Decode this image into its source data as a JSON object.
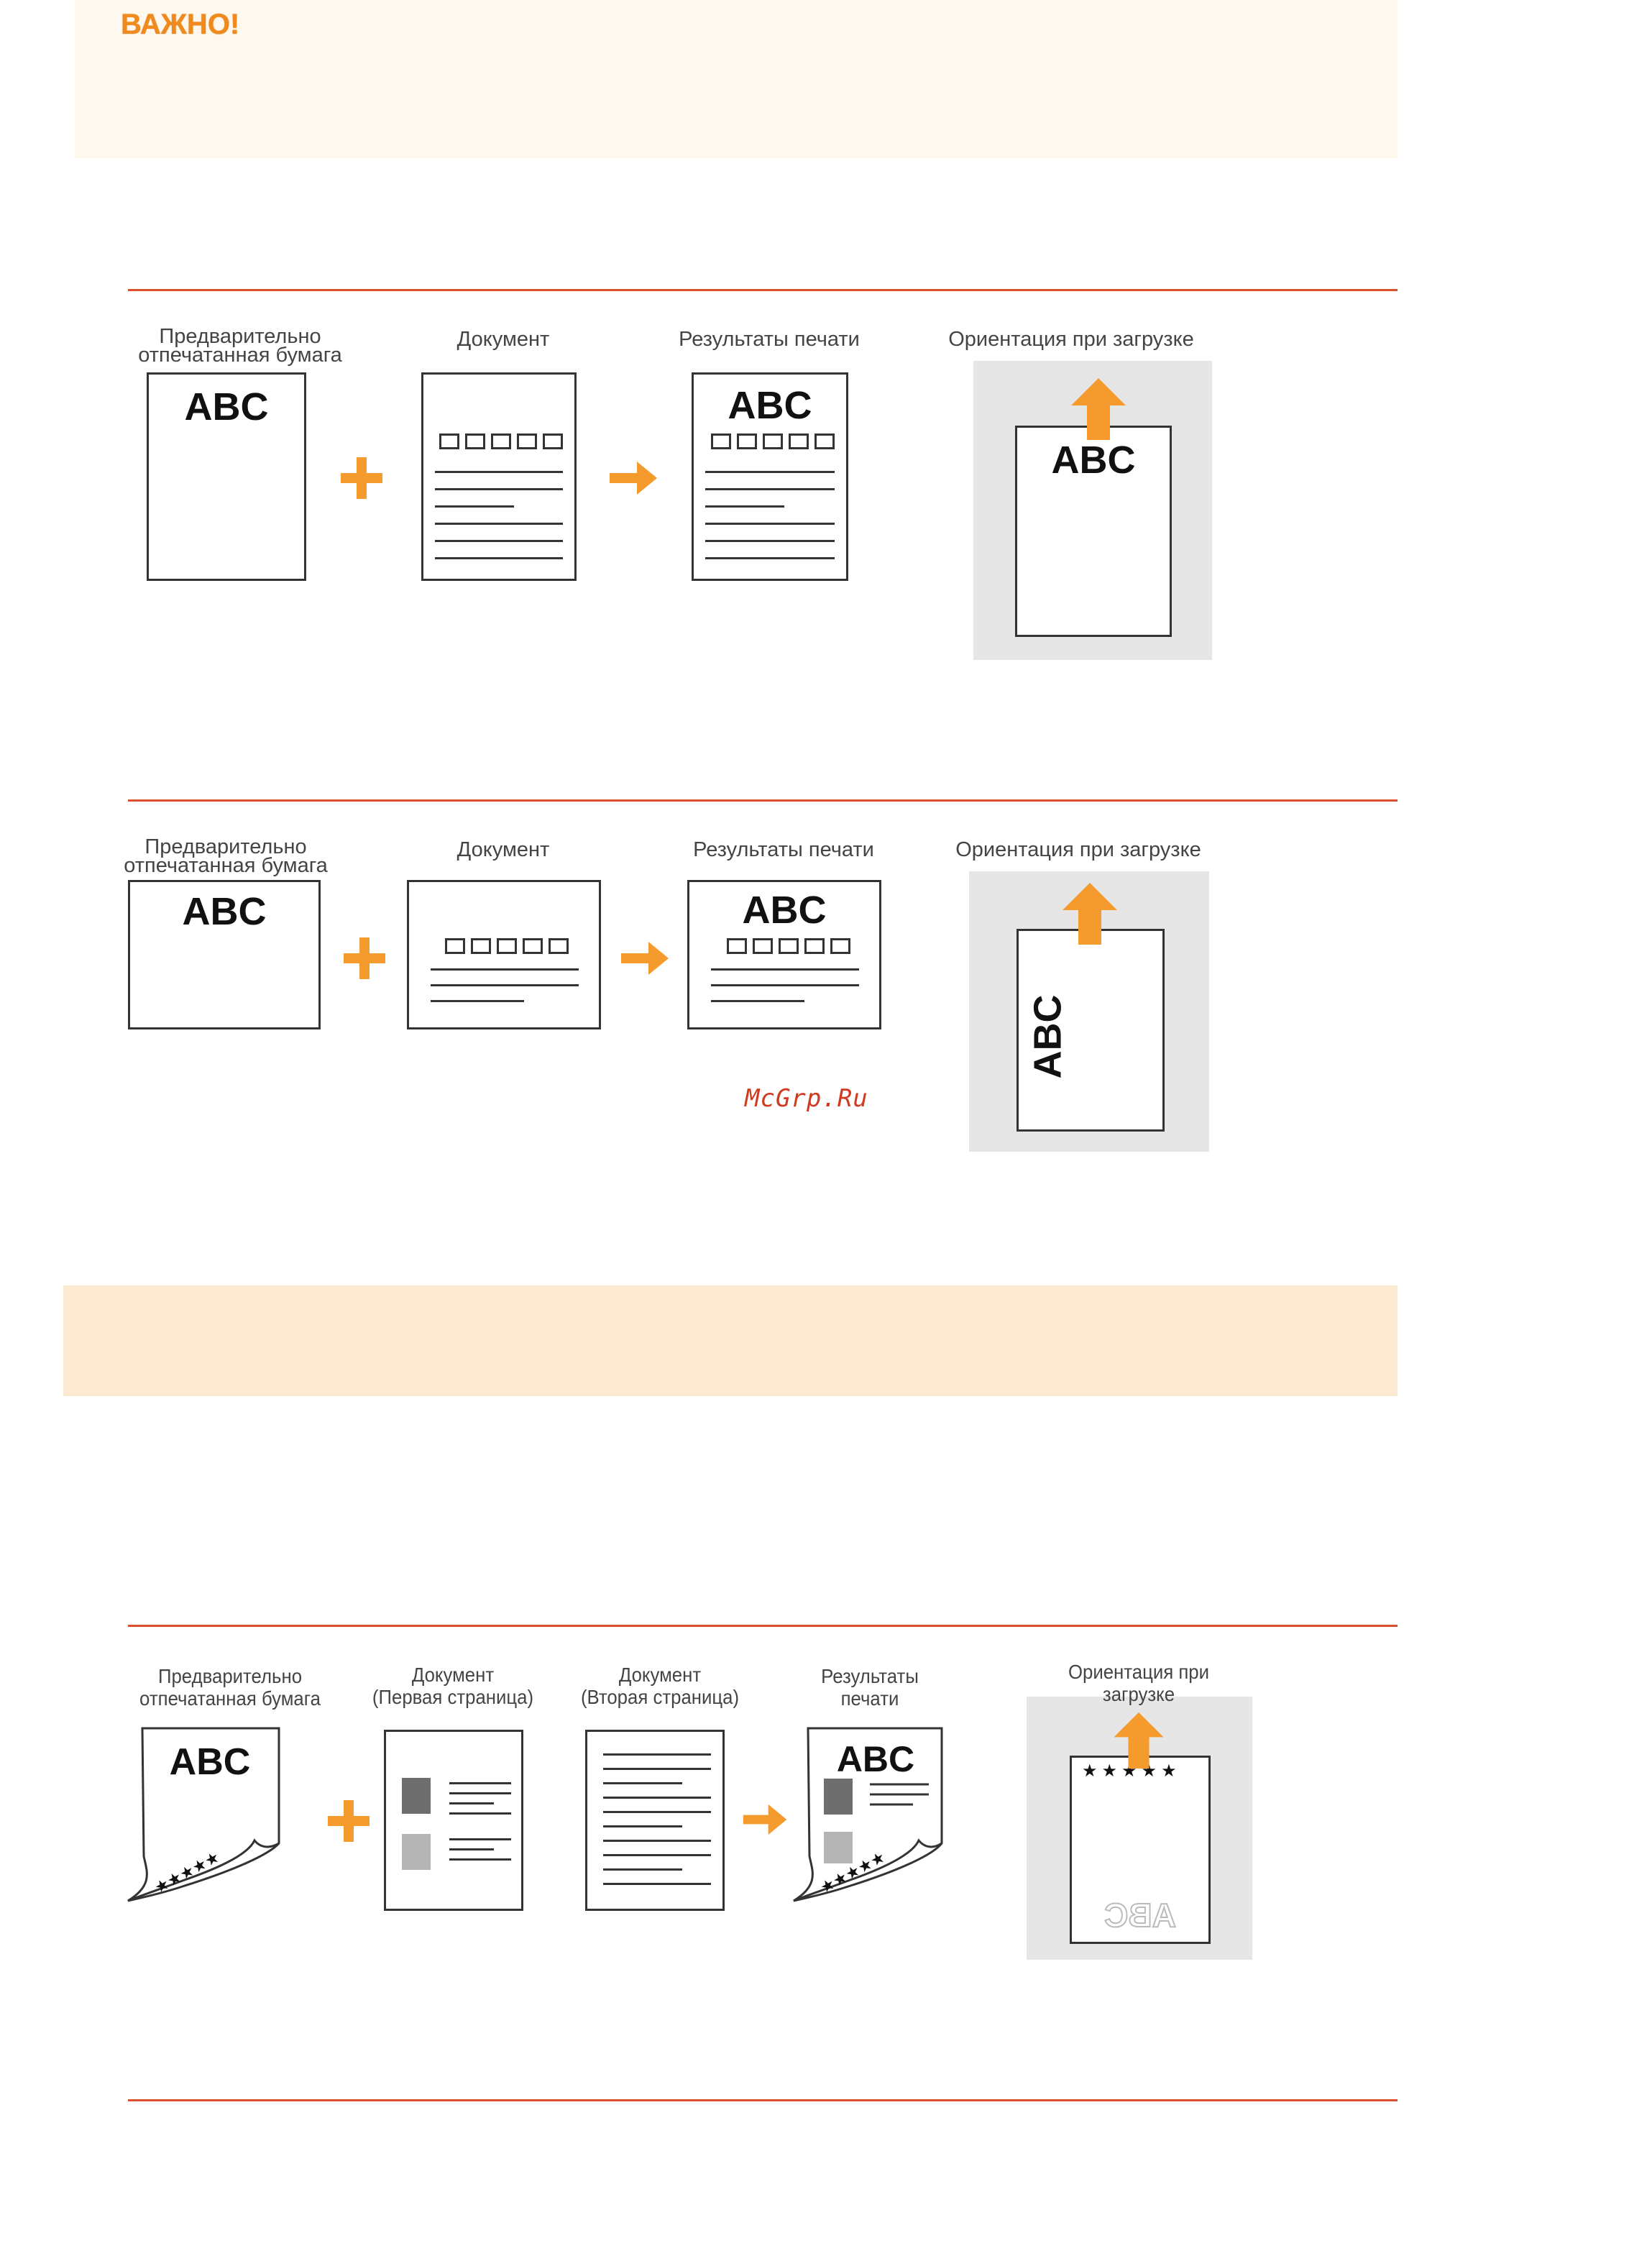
{
  "important_box": {
    "title": "ВАЖНО!"
  },
  "diagram1": {
    "label_preprinted": [
      "Предварительно",
      "отпечатанная бумага"
    ],
    "label_document": "Документ",
    "label_results": "Результаты печати",
    "label_orientation": "Ориентация при загрузке",
    "abc": "ABC"
  },
  "diagram2": {
    "label_preprinted": [
      "Предварительно",
      "отпечатанная бумага"
    ],
    "label_document": "Документ",
    "label_results": "Результаты печати",
    "label_orientation": "Ориентация при загрузке",
    "abc": "ABC"
  },
  "watermark": "McGrp.Ru",
  "diagram3": {
    "label_preprinted": [
      "Предварительно",
      "отпечатанная бумага"
    ],
    "label_doc_first": [
      "Документ",
      "(Первая страница)"
    ],
    "label_doc_second": [
      "Документ",
      "(Вторая страница)"
    ],
    "label_results": [
      "Результаты",
      "печати"
    ],
    "label_orientation": [
      "Ориентация при",
      "загрузке"
    ],
    "abc": "ABC",
    "stars": "★★★★★"
  },
  "colors": {
    "accent": "#f59b2d",
    "rule": "#d9502b",
    "note_bg": "#fef8ee",
    "note_bg2": "#fce9d1"
  }
}
